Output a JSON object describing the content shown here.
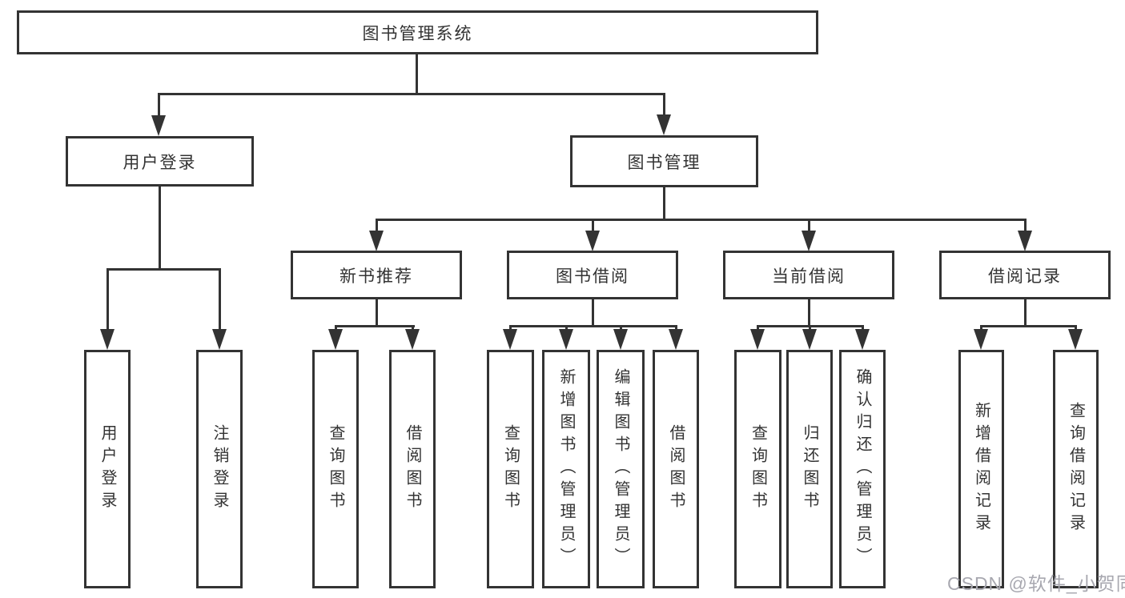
{
  "colors": {
    "line": "#333333",
    "text": "#333333",
    "background": "#ffffff",
    "watermark": "#a8a8b0"
  },
  "watermark": {
    "text": "CSDN @软件_小贺同学"
  },
  "tree": {
    "root": {
      "label": "图书管理系统",
      "children": [
        {
          "label": "用户登录",
          "children": [
            {
              "label": "用户登录"
            },
            {
              "label": "注销登录"
            }
          ]
        },
        {
          "label": "图书管理",
          "children": [
            {
              "label": "新书推荐",
              "children": [
                {
                  "label": "查询图书"
                },
                {
                  "label": "借阅图书"
                }
              ]
            },
            {
              "label": "图书借阅",
              "children": [
                {
                  "label": "查询图书"
                },
                {
                  "label": "新增图书（管理员）"
                },
                {
                  "label": "编辑图书（管理员）"
                },
                {
                  "label": "借阅图书"
                }
              ]
            },
            {
              "label": "当前借阅",
              "children": [
                {
                  "label": "查询图书"
                },
                {
                  "label": "归还图书"
                },
                {
                  "label": "确认归还（管理员）"
                }
              ]
            },
            {
              "label": "借阅记录",
              "children": [
                {
                  "label": "新增借阅记录"
                },
                {
                  "label": "查询借阅记录"
                }
              ]
            }
          ]
        }
      ]
    }
  }
}
